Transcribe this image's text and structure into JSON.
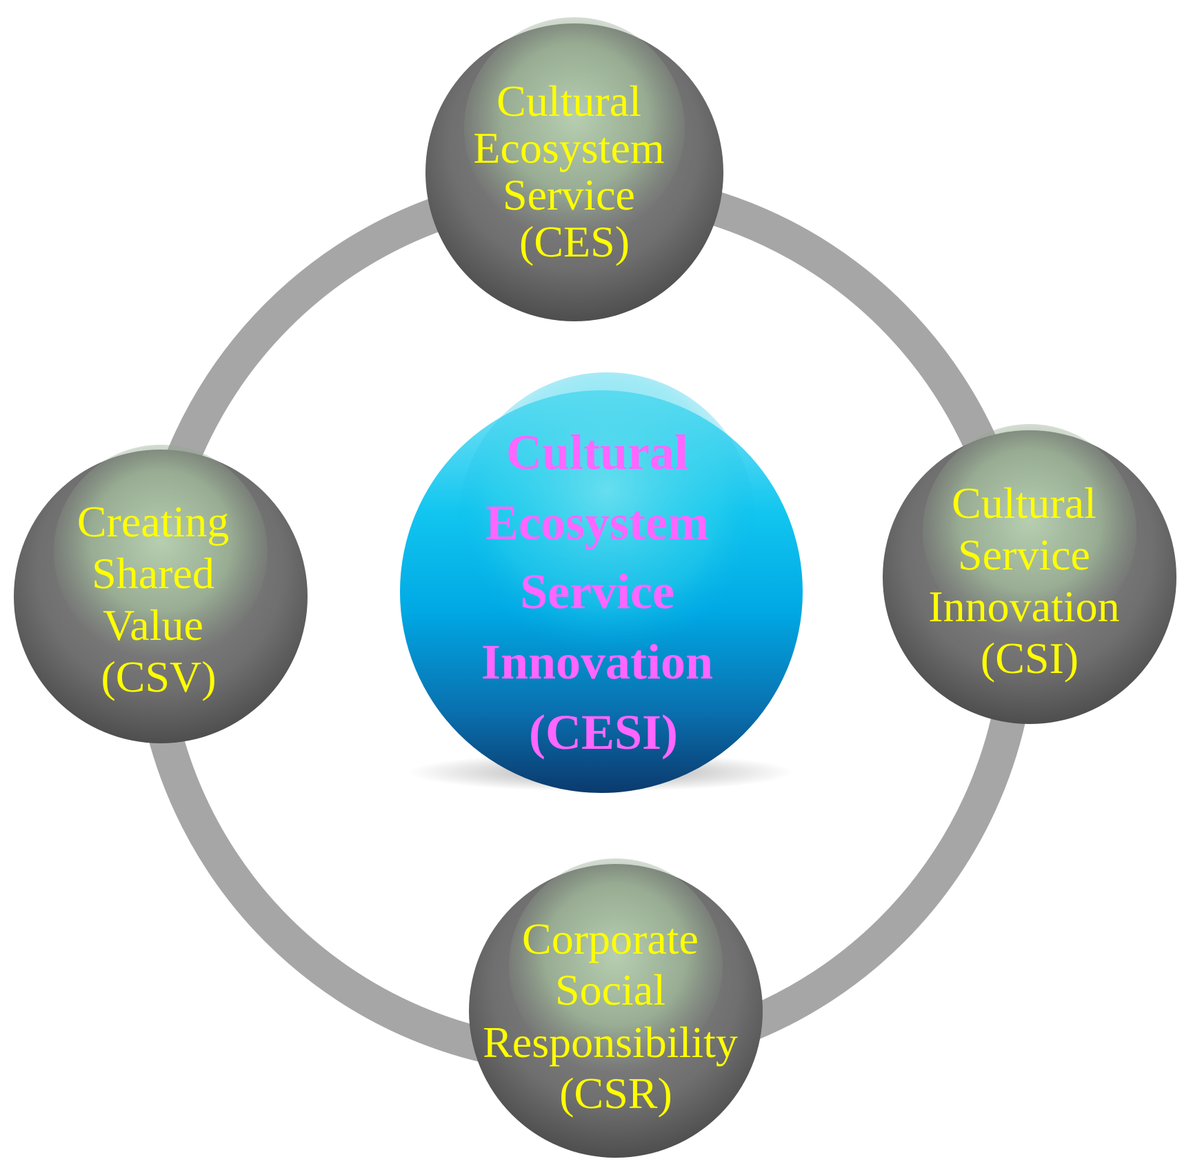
{
  "diagram": {
    "colors": {
      "ring": "#a6a6a6",
      "outer_node_text": "#ffff00",
      "center_node_text": "#ff66ff",
      "outer_node_fill": "#7a7a7a",
      "outer_node_highlight": "#9fb89a",
      "center_node_top": "#7fe4f5",
      "center_node_mid": "#00b2ea",
      "center_node_bottom": "#0a3f73"
    },
    "center": {
      "lines": [
        "Cultural",
        "Ecosystem",
        "Service",
        "Innovation",
        "(CESI)"
      ]
    },
    "nodes": [
      {
        "id": "ces",
        "lines": [
          "Cultural",
          "Ecosystem",
          "Service",
          "(CES)"
        ]
      },
      {
        "id": "csi",
        "lines": [
          "Cultural",
          "Service",
          "Innovation",
          "(CSI)"
        ]
      },
      {
        "id": "csr",
        "lines": [
          "Corporate",
          "Social",
          "Responsibility",
          "(CSR)"
        ]
      },
      {
        "id": "csv",
        "lines": [
          "Creating",
          "Shared",
          "Value",
          "(CSV)"
        ]
      }
    ]
  }
}
